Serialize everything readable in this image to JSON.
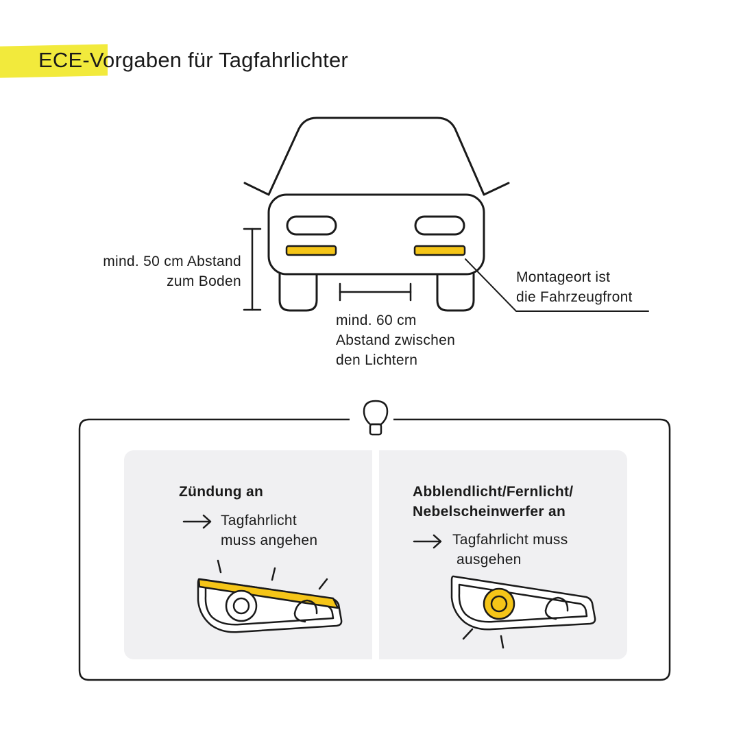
{
  "title": "ECE-Vorgaben für Tagfahrlichter",
  "annotations": {
    "height_line1": "mind. 50 cm Abstand",
    "height_line2": "zum Boden",
    "spacing_line1": "mind. 60 cm",
    "spacing_line2": "Abstand zwischen",
    "spacing_line3": "den Lichtern",
    "mount_line1": "Montageort ist",
    "mount_line2": "die Fahrzeugfront"
  },
  "panels": {
    "left": {
      "heading": "Zündung an",
      "result_line1": "Tagfahrlicht",
      "result_line2": "muss angehen"
    },
    "right": {
      "heading_line1": "Abblendlicht/Fernlicht/",
      "heading_line2": "Nebelscheinwerfer an",
      "result_line1": "Tagfahrlicht muss",
      "result_line2": "ausgehen"
    }
  },
  "colors": {
    "accent_yellow": "#f2ea3c",
    "light_yellow": "#f5c518",
    "outline": "#1a1a1a",
    "panel_bg": "#f0f0f2"
  },
  "icons": [
    "lightbulb-icon",
    "arrow-right-icon",
    "headlight-icon"
  ]
}
